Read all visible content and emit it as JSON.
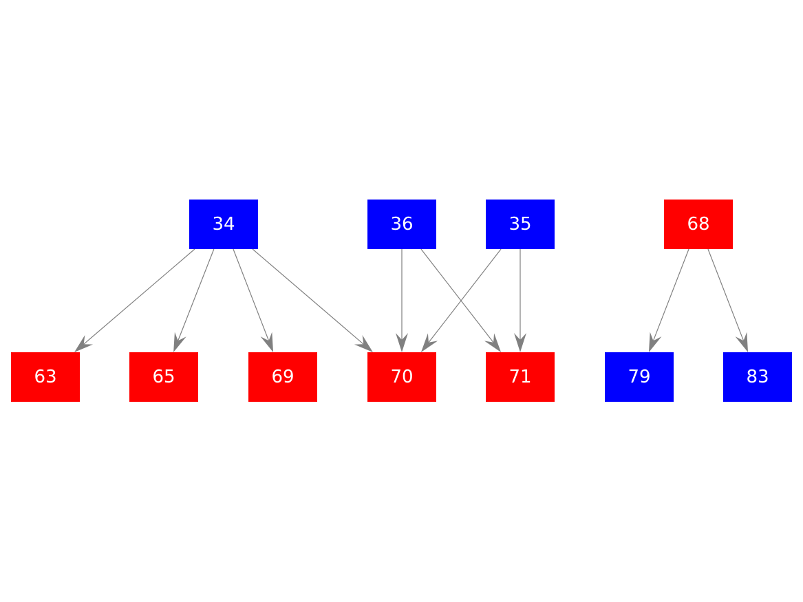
{
  "diagram": {
    "colors": {
      "blue": "#0000ff",
      "red": "#ff0000",
      "edge": "#808080",
      "label": "#ffffff"
    },
    "nodes": [
      {
        "id": "34",
        "label": "34",
        "color": "blue"
      },
      {
        "id": "36",
        "label": "36",
        "color": "blue"
      },
      {
        "id": "35",
        "label": "35",
        "color": "blue"
      },
      {
        "id": "68",
        "label": "68",
        "color": "red"
      },
      {
        "id": "63",
        "label": "63",
        "color": "red"
      },
      {
        "id": "65",
        "label": "65",
        "color": "red"
      },
      {
        "id": "69",
        "label": "69",
        "color": "red"
      },
      {
        "id": "70",
        "label": "70",
        "color": "red"
      },
      {
        "id": "71",
        "label": "71",
        "color": "red"
      },
      {
        "id": "79",
        "label": "79",
        "color": "blue"
      },
      {
        "id": "83",
        "label": "83",
        "color": "blue"
      }
    ],
    "edges": [
      {
        "from": "34",
        "to": "63"
      },
      {
        "from": "34",
        "to": "65"
      },
      {
        "from": "34",
        "to": "69"
      },
      {
        "from": "34",
        "to": "70"
      },
      {
        "from": "36",
        "to": "70"
      },
      {
        "from": "36",
        "to": "71"
      },
      {
        "from": "35",
        "to": "70"
      },
      {
        "from": "35",
        "to": "71"
      },
      {
        "from": "68",
        "to": "79"
      },
      {
        "from": "68",
        "to": "83"
      }
    ]
  }
}
